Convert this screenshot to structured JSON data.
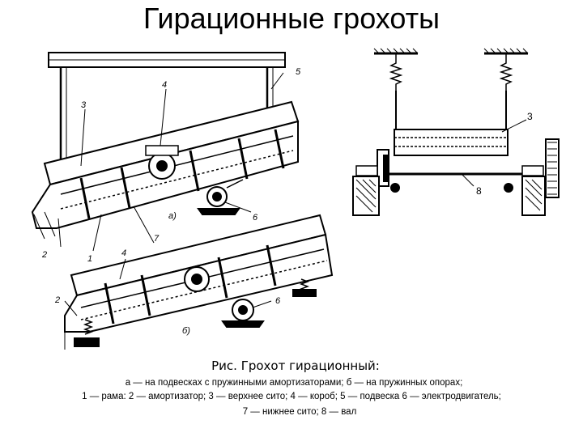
{
  "title": "Гирационные грохоты",
  "caption": {
    "heading": "Рис. Грохот гирационный:",
    "line1": "а — на подвесках с пружинными амортизаторами; б — на пружинных опорах;",
    "line2": "1 — рама: 2 — амортизатор; 3 — верхнее сито; 4 — короб; 5 — подвеска 6 — электродвигатель;",
    "line3": "7 — нижнее сито; 8 — вал"
  },
  "labels": {
    "a_5": "5",
    "a_4": "4",
    "a_3": "3",
    "a_2": "2",
    "a_1": "1",
    "a_7": "7",
    "a_6": "6",
    "a_tag": "а)",
    "b_4": "4",
    "b_2": "2",
    "b_6": "6",
    "b_tag": "б)",
    "r_3": "3",
    "r_8": "8"
  }
}
